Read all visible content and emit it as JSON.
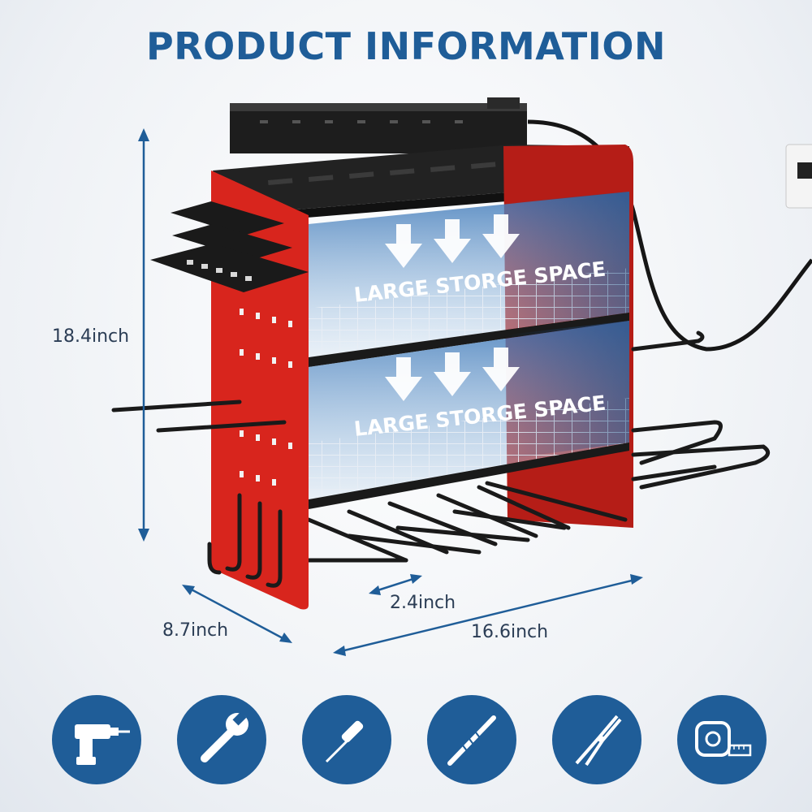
{
  "header": {
    "title": "PRODUCT INFORMATION"
  },
  "rack": {
    "shelf_labels": [
      "LARGE STORGE SPACE",
      "LARGE STORGE SPACE"
    ]
  },
  "dimensions": {
    "height": "18.4inch",
    "depth": "8.7inch",
    "slot": "2.4inch",
    "width": "16.6inch"
  },
  "icons": [
    "drill-icon",
    "wrench-icon",
    "screwdriver-icon",
    "drill-bit-icon",
    "pliers-icon",
    "tape-measure-icon"
  ],
  "colors": {
    "accent": "#1f5d98",
    "frame_red": "#d8251d",
    "shelf_black": "#1b1b1b",
    "arrow_blue": "#2b6cb0"
  }
}
